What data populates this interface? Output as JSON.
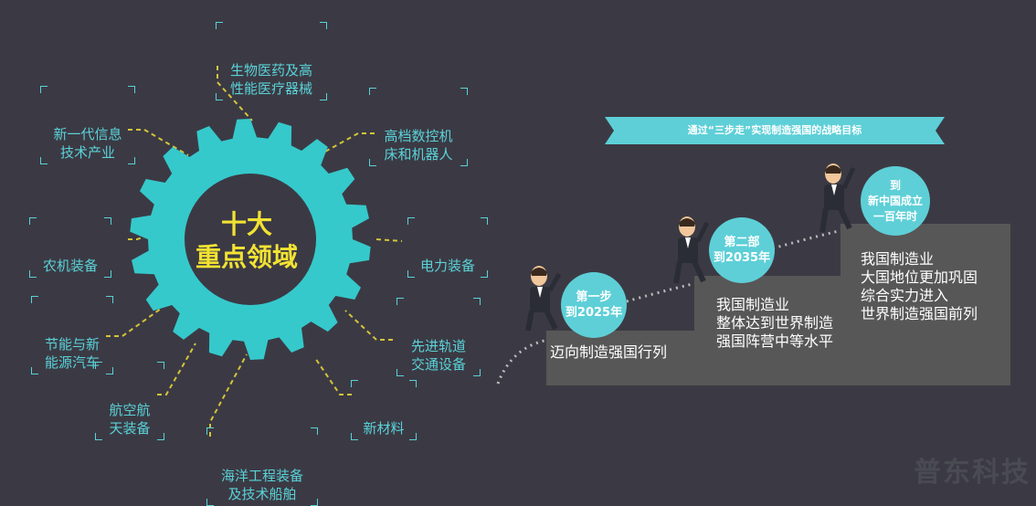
{
  "gear": {
    "title": "十大\n重点领域"
  },
  "fields": [
    {
      "id": "bio",
      "text": "生物医药及高\n性能医疗器械"
    },
    {
      "id": "it",
      "text": "新一代信息\n技术产业"
    },
    {
      "id": "cnc",
      "text": "高档数控机\n床和机器人"
    },
    {
      "id": "agri",
      "text": "农机装备"
    },
    {
      "id": "power",
      "text": "电力装备"
    },
    {
      "id": "energy",
      "text": "节能与新\n能源汽车"
    },
    {
      "id": "rail",
      "text": "先进轨道\n交通设备"
    },
    {
      "id": "aero",
      "text": "航空航\n天装备"
    },
    {
      "id": "material",
      "text": "新材料"
    },
    {
      "id": "ocean",
      "text": "海洋工程装备\n及技术船舶"
    }
  ],
  "banner": {
    "text": "通过“三步走”实现制造强国的战略目标"
  },
  "steps": [
    {
      "circle": "第一步\n到2025年",
      "text": "迈向制造强国行列"
    },
    {
      "circle": "第二部\n到2035年",
      "text": "我国制造业\n整体达到世界制造\n强国阵营中等水平"
    },
    {
      "circle": "到\n新中国成立\n一百年时",
      "text": "我国制造业\n大国地位更加巩固\n综合实力进入\n世界制造强国前列"
    }
  ],
  "watermark": "普东科技",
  "colors": {
    "background": "#3b3a44",
    "gear": "#35c9cc",
    "accent_text": "#5ad2d8",
    "title": "#f2e233",
    "dash": "#d4c43a",
    "step_bg": "#575757",
    "circle": "#5ecfd7"
  }
}
